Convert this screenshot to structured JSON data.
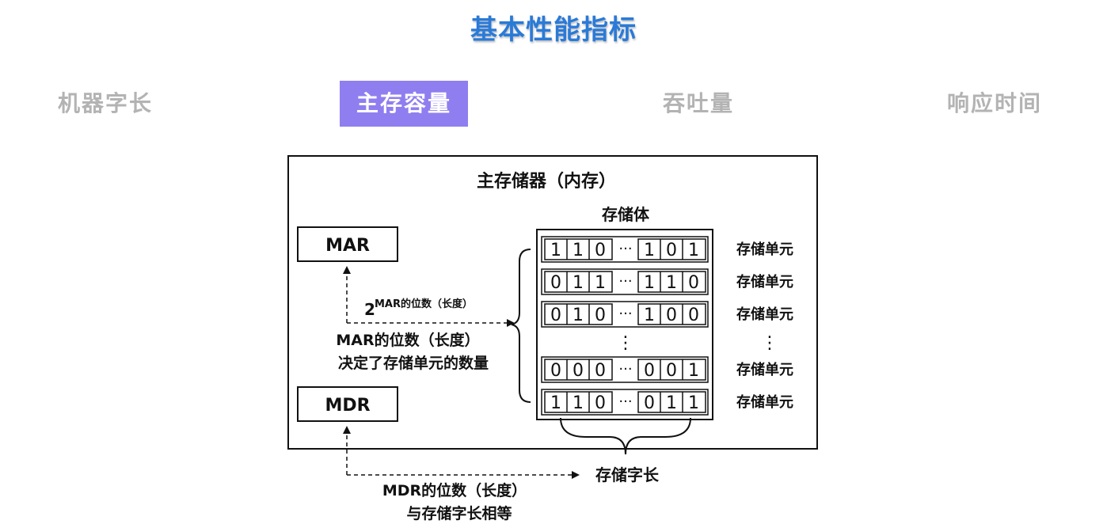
{
  "page_title": "基本性能指标",
  "tabs": [
    {
      "label": "机器字长",
      "active": false
    },
    {
      "label": "主存容量",
      "active": true
    },
    {
      "label": "吞吐量",
      "active": false
    },
    {
      "label": "响应时间",
      "active": false
    }
  ],
  "colors": {
    "title": "#2a7ad8",
    "active_tab": "#8f7ef0",
    "inactive_tab": "#b3b3b3"
  },
  "diagram": {
    "main_label": "主存储器（内存）",
    "bank_label": "存储体",
    "mar_label": "MAR",
    "mdr_label": "MDR",
    "power_base": "2",
    "power_exp": "MAR的位数（长度）",
    "mar_note_line1": "MAR的位数（长度）",
    "mar_note_line2": "决定了存储单元的数量",
    "mdr_note_line1": "MDR的位数（长度）",
    "mdr_note_line2": "与存储字长相等",
    "word_length_label": "存储字长",
    "ellipsis_h": "···",
    "ellipsis_v": "⋮",
    "rows": [
      {
        "left": [
          "1",
          "1",
          "0"
        ],
        "right": [
          "1",
          "0",
          "1"
        ],
        "label": "存储单元"
      },
      {
        "left": [
          "0",
          "1",
          "1"
        ],
        "right": [
          "1",
          "1",
          "0"
        ],
        "label": "存储单元"
      },
      {
        "left": [
          "0",
          "1",
          "0"
        ],
        "right": [
          "1",
          "0",
          "0"
        ],
        "label": "存储单元"
      },
      {
        "left": [
          "0",
          "0",
          "0"
        ],
        "right": [
          "0",
          "0",
          "1"
        ],
        "label": "存储单元"
      },
      {
        "left": [
          "1",
          "1",
          "0"
        ],
        "right": [
          "0",
          "1",
          "1"
        ],
        "label": "存储单元"
      }
    ]
  }
}
